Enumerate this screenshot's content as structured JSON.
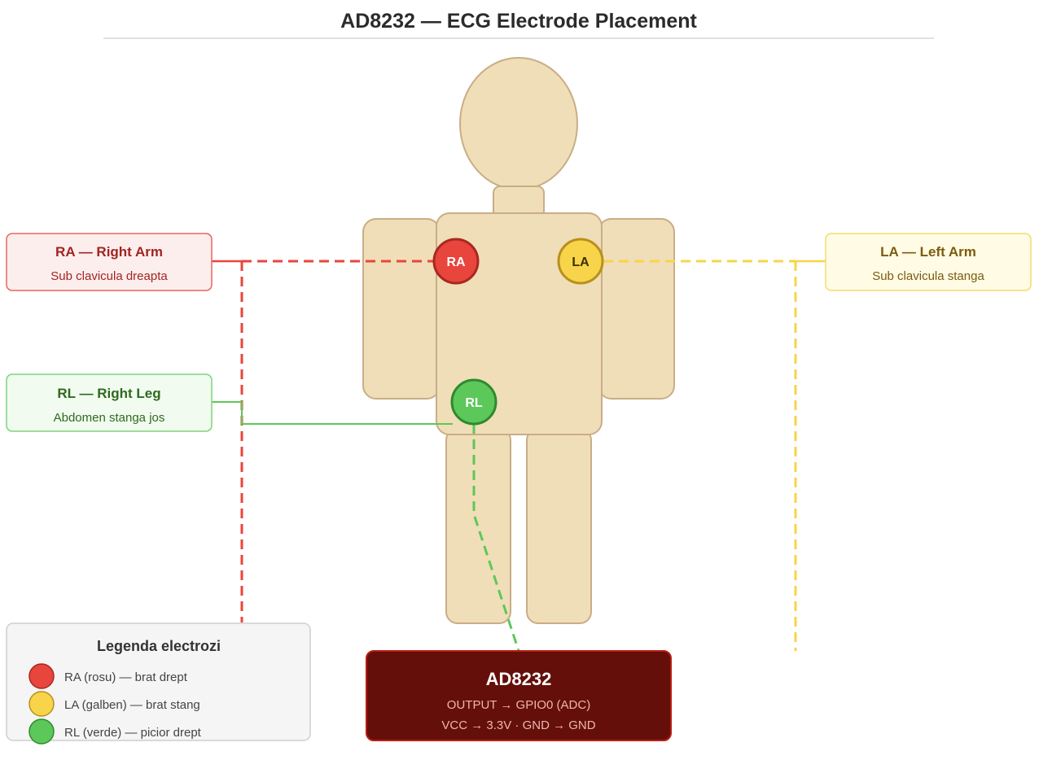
{
  "title": "AD8232 — ECG Electrode Placement",
  "colors": {
    "ra": "#e8453c",
    "la": "#f7d44a",
    "rl": "#5cc85a",
    "body_fill": "#f0deb8",
    "body_stroke": "#c9ad86",
    "module_fill": "#640f0a"
  },
  "electrodes": {
    "ra": {
      "label": "RA",
      "box_title": "RA — Right Arm",
      "box_sub": "Sub clavicula dreapta"
    },
    "la": {
      "label": "LA",
      "box_title": "LA — Left Arm",
      "box_sub": "Sub clavicula stanga"
    },
    "rl": {
      "label": "RL",
      "box_title": "RL — Right Leg",
      "box_sub": "Abdomen stanga jos"
    }
  },
  "legend": {
    "title": "Legenda electrozi",
    "items": [
      {
        "text": "RA (rosu) — brat drept"
      },
      {
        "text": "LA (galben) — brat stang"
      },
      {
        "text": "RL (verde) — picior drept"
      }
    ]
  },
  "module": {
    "name": "AD8232",
    "line1": "OUTPUT → GPIO0 (ADC)",
    "line2": "VCC → 3.3V · GND → GND"
  }
}
